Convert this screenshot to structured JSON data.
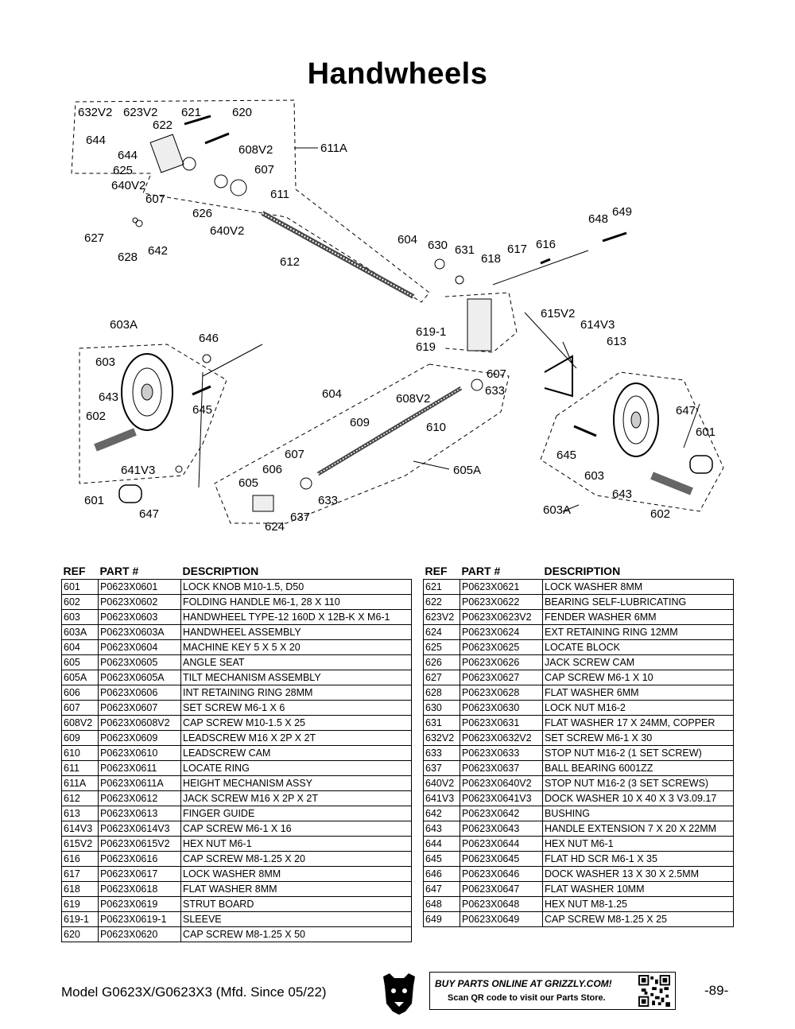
{
  "title": "Handwheels",
  "diagram": {
    "labels": [
      "632V2",
      "623V2",
      "621",
      "620",
      "622",
      "644",
      "644",
      "608V2",
      "611A",
      "625",
      "607",
      "640V2",
      "611",
      "607",
      "626",
      "640V2",
      "648",
      "649",
      "627",
      "604",
      "630",
      "631",
      "617",
      "616",
      "642",
      "628",
      "618",
      "612",
      "603A",
      "615V2",
      "614V3",
      "619-1",
      "646",
      "613",
      "619",
      "603",
      "607",
      "633",
      "643",
      "604",
      "608V2",
      "647",
      "645",
      "602",
      "609",
      "610",
      "601",
      "607",
      "645",
      "606",
      "605A",
      "641V3",
      "605",
      "603",
      "633",
      "643",
      "601",
      "637",
      "603A",
      "602",
      "647",
      "624"
    ]
  },
  "table_headers": {
    "ref": "REF",
    "part": "PART #",
    "desc": "DESCRIPTION"
  },
  "parts_left": [
    [
      "601",
      "P0623X0601",
      "LOCK KNOB M10-1.5, D50"
    ],
    [
      "602",
      "P0623X0602",
      "FOLDING HANDLE M6-1, 28 X 110"
    ],
    [
      "603",
      "P0623X0603",
      "HANDWHEEL TYPE-12 160D X 12B-K X M6-1"
    ],
    [
      "603A",
      "P0623X0603A",
      "HANDWHEEL ASSEMBLY"
    ],
    [
      "604",
      "P0623X0604",
      "MACHINE KEY 5 X 5 X 20"
    ],
    [
      "605",
      "P0623X0605",
      "ANGLE SEAT"
    ],
    [
      "605A",
      "P0623X0605A",
      "TILT MECHANISM ASSEMBLY"
    ],
    [
      "606",
      "P0623X0606",
      "INT RETAINING RING 28MM"
    ],
    [
      "607",
      "P0623X0607",
      "SET SCREW M6-1 X 6"
    ],
    [
      "608V2",
      "P0623X0608V2",
      "CAP SCREW M10-1.5 X 25"
    ],
    [
      "609",
      "P0623X0609",
      "LEADSCREW M16 X 2P X 2T"
    ],
    [
      "610",
      "P0623X0610",
      "LEADSCREW CAM"
    ],
    [
      "611",
      "P0623X0611",
      "LOCATE RING"
    ],
    [
      "611A",
      "P0623X0611A",
      "HEIGHT MECHANISM ASSY"
    ],
    [
      "612",
      "P0623X0612",
      "JACK SCREW M16 X 2P X 2T"
    ],
    [
      "613",
      "P0623X0613",
      "FINGER GUIDE"
    ],
    [
      "614V3",
      "P0623X0614V3",
      "CAP SCREW M6-1 X 16"
    ],
    [
      "615V2",
      "P0623X0615V2",
      "HEX NUT M6-1"
    ],
    [
      "616",
      "P0623X0616",
      "CAP SCREW M8-1.25 X 20"
    ],
    [
      "617",
      "P0623X0617",
      "LOCK WASHER 8MM"
    ],
    [
      "618",
      "P0623X0618",
      "FLAT WASHER 8MM"
    ],
    [
      "619",
      "P0623X0619",
      "STRUT BOARD"
    ],
    [
      "619-1",
      "P0623X0619-1",
      "SLEEVE"
    ],
    [
      "620",
      "P0623X0620",
      "CAP SCREW M8-1.25 X 50"
    ]
  ],
  "parts_right": [
    [
      "621",
      "P0623X0621",
      "LOCK WASHER 8MM"
    ],
    [
      "622",
      "P0623X0622",
      "BEARING SELF-LUBRICATING"
    ],
    [
      "623V2",
      "P0623X0623V2",
      "FENDER WASHER 6MM"
    ],
    [
      "624",
      "P0623X0624",
      "EXT RETAINING RING 12MM"
    ],
    [
      "625",
      "P0623X0625",
      "LOCATE BLOCK"
    ],
    [
      "626",
      "P0623X0626",
      "JACK SCREW CAM"
    ],
    [
      "627",
      "P0623X0627",
      "CAP SCREW M6-1 X 10"
    ],
    [
      "628",
      "P0623X0628",
      "FLAT WASHER 6MM"
    ],
    [
      "630",
      "P0623X0630",
      "LOCK NUT M16-2"
    ],
    [
      "631",
      "P0623X0631",
      "FLAT WASHER 17 X 24MM, COPPER"
    ],
    [
      "632V2",
      "P0623X0632V2",
      "SET SCREW M6-1 X 30"
    ],
    [
      "633",
      "P0623X0633",
      "STOP NUT M16-2 (1 SET SCREW)"
    ],
    [
      "637",
      "P0623X0637",
      "BALL BEARING 6001ZZ"
    ],
    [
      "640V2",
      "P0623X0640V2",
      "STOP NUT M16-2 (3 SET SCREWS)"
    ],
    [
      "641V3",
      "P0623X0641V3",
      "DOCK WASHER 10 X 40 X 3 V3.09.17"
    ],
    [
      "642",
      "P0623X0642",
      "BUSHING"
    ],
    [
      "643",
      "P0623X0643",
      "HANDLE EXTENSION 7 X 20 X 22MM"
    ],
    [
      "644",
      "P0623X0644",
      "HEX NUT M6-1"
    ],
    [
      "645",
      "P0623X0645",
      "FLAT HD SCR M6-1 X 35"
    ],
    [
      "646",
      "P0623X0646",
      "DOCK WASHER 13 X 30 X 2.5MM"
    ],
    [
      "647",
      "P0623X0647",
      "FLAT WASHER 10MM"
    ],
    [
      "648",
      "P0623X0648",
      "HEX NUT M8-1.25"
    ],
    [
      "649",
      "P0623X0649",
      "CAP SCREW M8-1.25 X 25"
    ]
  ],
  "footer": {
    "model": "Model G0623X/G0623X3 (Mfd. Since 05/22)",
    "promo_main": "BUY PARTS ONLINE AT GRIZZLY.COM!",
    "promo_sub": "Scan QR code to visit our Parts Store.",
    "page": "-89-"
  }
}
